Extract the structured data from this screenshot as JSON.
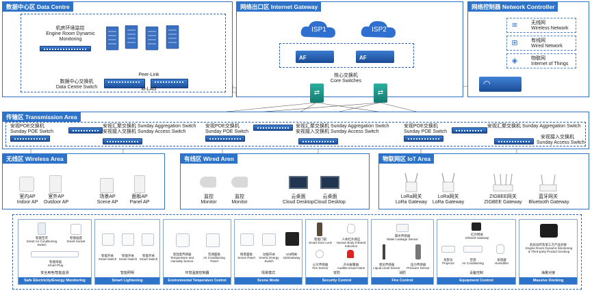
{
  "datacentre": {
    "title": "数据中心区 Data Centre",
    "monitor_cn": "机房环境监控",
    "monitor_en": "Engine Room Dynamic Monitoring",
    "peerlink": "Peer-Link",
    "switch_cn": "数据中心交换机",
    "switch_en": "Data Centre Switch",
    "mlag": "M-LAG"
  },
  "gateway": {
    "title": "网络出口区 Internet Gateway",
    "isp1": "ISP1",
    "isp2": "ISP2",
    "af1": "AF",
    "af2": "AF",
    "core_cn": "核心交换机",
    "core_en": "Core Switches"
  },
  "controller": {
    "title": "网络控制器 Network Controller",
    "items": [
      {
        "cn": "无线网",
        "en": "Wireless Network"
      },
      {
        "cn": "有线网",
        "en": "Wired Network"
      },
      {
        "cn": "物联网",
        "en": "Internet of Things"
      }
    ]
  },
  "transmission": {
    "title": "传输区 Transmission Area",
    "poe_cn": "安视POE交换机",
    "poe_en": "Sunday POE Switch",
    "agg_cn": "安视汇聚交换机 Sunday Aggregation Switch",
    "acc_cn": "安视接入交换机 Sunday Access Switch",
    "acc2_cn": "安视接入交换机",
    "acc2_en": "Sunday Access Switch"
  },
  "wireless": {
    "title": "无线区 Wireless Area",
    "devices": [
      {
        "cn": "室内AP",
        "en": "Indoor AP"
      },
      {
        "cn": "室外AP",
        "en": "Outdoor AP"
      },
      {
        "cn": "场景AP",
        "en": "Scene AP"
      },
      {
        "cn": "面板AP",
        "en": "Panel AP"
      }
    ]
  },
  "wired": {
    "title": "有线区 Wired Aren",
    "devices": [
      {
        "cn": "监控",
        "en": "Monitor"
      },
      {
        "cn": "监控",
        "en": "Monitor"
      },
      {
        "cn": "云桌面",
        "en": "Cloud Desktop"
      },
      {
        "cn": "云桌面",
        "en": "Cloud Desktop"
      }
    ]
  },
  "iot": {
    "title": "物联网区 IoT Area",
    "devices": [
      {
        "cn": "LoRa网关",
        "en": "LoRa Gateway"
      },
      {
        "cn": "LoRa网关",
        "en": "LoRa Gateway"
      },
      {
        "cn": "ZIGBEE网关",
        "en": "ZIGBEE Gateway"
      },
      {
        "cn": "蓝牙网关",
        "en": "Bluetooth Gateway"
      }
    ]
  },
  "panels": [
    {
      "cn": "安全用电/智能监测",
      "en": "Safe Electricity/Energy Monitoring",
      "items": [
        {
          "cn": "智能空开",
          "en": "Smart Air Conditioning Switch"
        },
        {
          "cn": "智能插座",
          "en": "Smart Socket"
        },
        {
          "cn": "智能排插",
          "en": "Smart Plug"
        }
      ]
    },
    {
      "cn": "智能照明",
      "en": "Smart Lightening",
      "items": [
        {
          "cn": "智能开关",
          "en": "Smart Switch"
        },
        {
          "cn": "智能开关",
          "en": "Smart Switch"
        },
        {
          "cn": "智能开关",
          "en": "Smart Switch"
        }
      ]
    },
    {
      "cn": "环境温度控制器",
      "en": "Environmental Temperature Control",
      "items": [
        {
          "cn": "温湿度传感器",
          "en": "Temperature and Humidity Sensor"
        },
        {
          "cn": "空调面板",
          "en": "Air Conditioning Panel"
        }
      ]
    },
    {
      "cn": "情景模式",
      "en": "Scene Mode",
      "items": [
        {
          "cn": "情景面板",
          "en": "Scene Panel"
        },
        {
          "cn": "动能开关",
          "en": "Kinetic Energy Switch"
        },
        {
          "cn": "433网关",
          "en": "433Gateway"
        }
      ]
    },
    {
      "cn": "安防",
      "en": "Security Control",
      "items": [
        {
          "cn": "智能门锁",
          "en": "Smart Door Lock"
        },
        {
          "cn": "人体红外感应",
          "en": "Human Body Infrared Induction"
        },
        {
          "cn": "火灾传感器",
          "en": "Fire Sensor"
        },
        {
          "cn": "声光报警器",
          "en": "Audible-visual Alarm"
        }
      ]
    },
    {
      "cn": "消防",
      "en": "Fire Control",
      "items": [
        {
          "cn": "漏水传感器",
          "en": "Water Leakage Sensor"
        },
        {
          "cn": "液位传感器",
          "en": "Liquid Level Sensor"
        },
        {
          "cn": "压力传感器",
          "en": "Pressure Sensor"
        }
      ]
    },
    {
      "cn": "设备控制",
      "en": "Equipment Control",
      "items": [
        {
          "cn": "红外网关",
          "en": "Infrared Gateway"
        },
        {
          "cn": "投影仪",
          "en": "Projector"
        },
        {
          "cn": "空调",
          "en": "Air Conditioning"
        },
        {
          "cn": "加湿器",
          "en": "Humidifier"
        }
      ]
    },
    {
      "cn": "海量对接",
      "en": "Massive Docking",
      "items": [
        {
          "cn": "机房动环及第三方产品对接",
          "en": "Engine Room Dynamic Monitoring & Third-party Product Docking"
        }
      ]
    }
  ]
}
